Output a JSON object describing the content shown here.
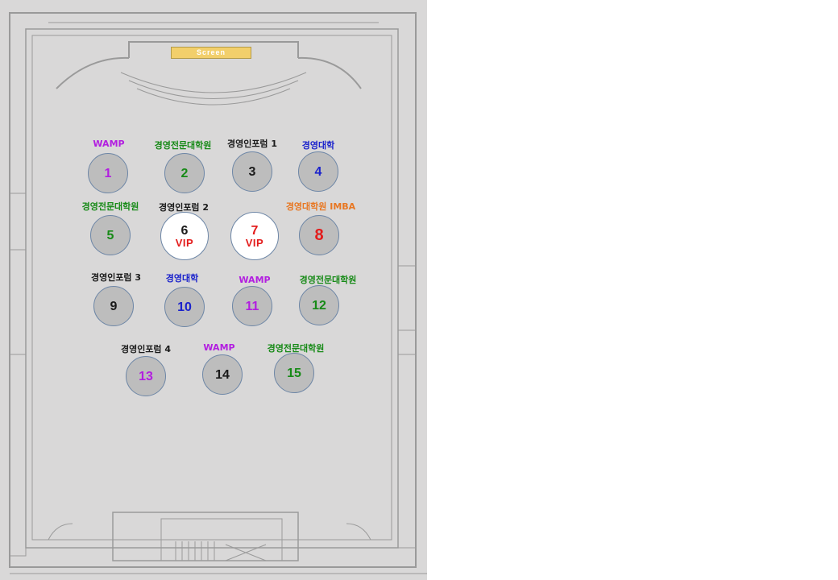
{
  "screen": {
    "label": "Screen"
  },
  "colors": {
    "purple": "#b21ee0",
    "green": "#178a17",
    "black": "#1a1a1a",
    "blue": "#1a22cc",
    "orange": "#e87722",
    "red": "#e31b1b"
  },
  "tables": [
    {
      "number": "1",
      "group": "WAMP",
      "color": "#b21ee0",
      "vip": ""
    },
    {
      "number": "2",
      "group": "경영전문대학원",
      "color": "#178a17",
      "vip": ""
    },
    {
      "number": "3",
      "group": "경영인포럼 1",
      "color": "#1a1a1a",
      "vip": ""
    },
    {
      "number": "4",
      "group": "경영대학",
      "color": "#1a22cc",
      "vip": ""
    },
    {
      "number": "5",
      "group": "경영전문대학원",
      "color": "#178a17",
      "vip": ""
    },
    {
      "number": "6",
      "group": "경영인포럼 2",
      "color": "#1a1a1a",
      "vip": "VIP"
    },
    {
      "number": "7",
      "group": "",
      "color": "#e31b1b",
      "vip": "VIP"
    },
    {
      "number": "8",
      "group": "경영대학원 IMBA",
      "color": "#e87722",
      "numColor": "#e31b1b",
      "vip": ""
    },
    {
      "number": "9",
      "group": "경영인포럼 3",
      "color": "#1a1a1a",
      "vip": ""
    },
    {
      "number": "10",
      "group": "경영대학",
      "color": "#1a22cc",
      "vip": ""
    },
    {
      "number": "11",
      "group": "WAMP",
      "color": "#b21ee0",
      "vip": ""
    },
    {
      "number": "12",
      "group": "경영전문대학원",
      "color": "#178a17",
      "vip": ""
    },
    {
      "number": "13",
      "group": "경영인포럼 4",
      "color": "#1a1a1a",
      "numColor": "#b21ee0",
      "vip": ""
    },
    {
      "number": "14",
      "group": "WAMP",
      "color": "#b21ee0",
      "numColor": "#1a1a1a",
      "vip": ""
    },
    {
      "number": "15",
      "group": "경영전문대학원",
      "color": "#178a17",
      "vip": ""
    }
  ]
}
